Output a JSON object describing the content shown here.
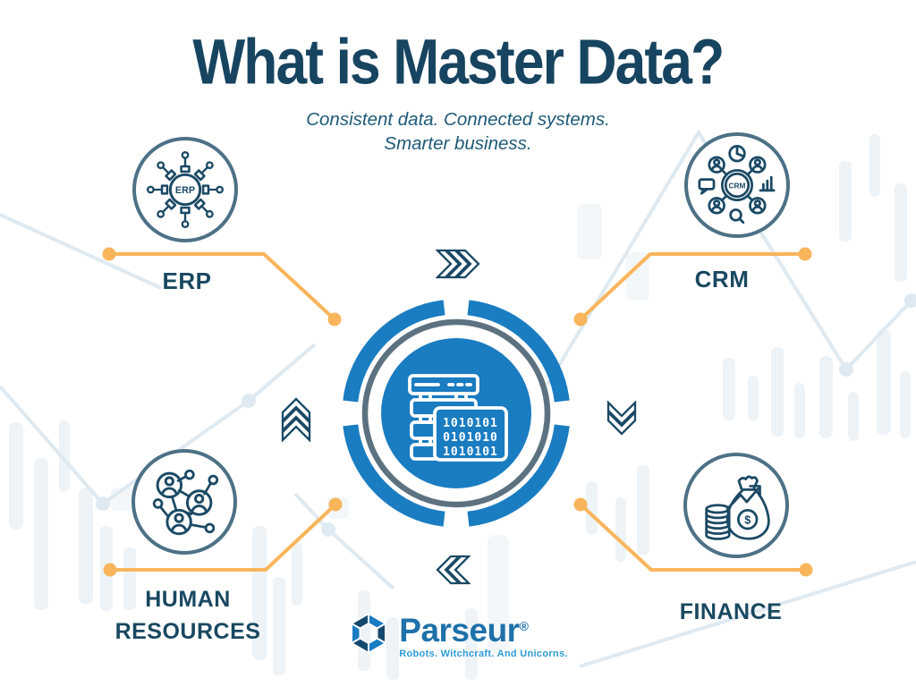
{
  "title": "What is Master Data?",
  "subtitle": {
    "line1": "Consistent data. Connected systems.",
    "line2": "Smarter business."
  },
  "nodes": {
    "erp": {
      "label": "ERP",
      "icon_text": "ERP"
    },
    "crm": {
      "label": "CRM",
      "icon_text": "CRM"
    },
    "human_resources": {
      "label_line1": "HUMAN",
      "label_line2": "RESOURCES"
    },
    "finance": {
      "label": "FINANCE",
      "icon_currency": "$"
    }
  },
  "hub": {
    "binary_rows": [
      "1010101",
      "0101010",
      "1010101"
    ]
  },
  "footer": {
    "brand": "Parseur",
    "registered": "®",
    "tagline": "Robots. Witchcraft. And Unicorns."
  },
  "colors": {
    "navy": "#1a4861",
    "hub_blue": "#1a7cc1",
    "ring_slate": "#4d7186",
    "ring_gray": "#5d7280",
    "connector_orange": "#f8b55b",
    "background_line": "#dfe9f1",
    "background_bar": "#eef3f7",
    "brand_blue": "#1e71aa",
    "tagline_blue": "#2e9bd6"
  }
}
